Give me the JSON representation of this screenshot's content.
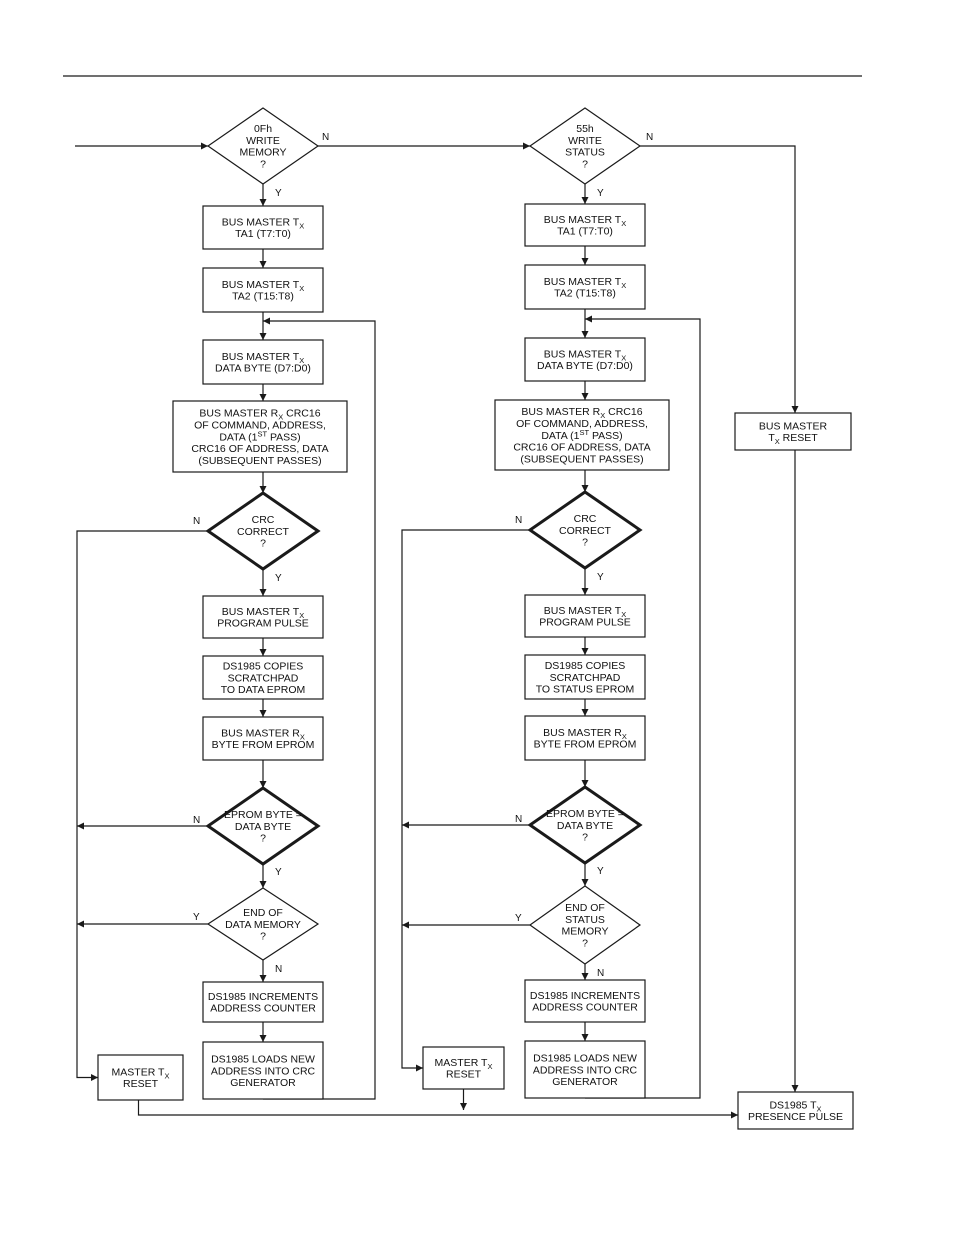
{
  "memory": {
    "d_write": [
      "0Fh",
      "WRITE",
      "MEMORY",
      "?"
    ],
    "b_ta1": [
      "BUS MASTER T|X",
      "TA1 (T7:T0)"
    ],
    "b_ta2": [
      "BUS MASTER T|X",
      "TA2 (T15:T8)"
    ],
    "b_data": [
      "BUS MASTER T|X",
      "DATA BYTE (D7:D0)"
    ],
    "b_crc": [
      "BUS MASTER R|X CRC16",
      "OF COMMAND, ADDRESS,",
      "DATA (1^ST PASS)",
      "CRC16 OF ADDRESS, DATA",
      "(SUBSEQUENT PASSES)"
    ],
    "d_crc": [
      "CRC",
      "CORRECT",
      "?"
    ],
    "b_prog": [
      "BUS MASTER T|X",
      "PROGRAM PULSE"
    ],
    "b_copy": [
      "DS1985 COPIES",
      "SCRATCHPAD",
      "TO DATA EPROM"
    ],
    "b_read": [
      "BUS MASTER R|X",
      "BYTE FROM EPROM"
    ],
    "d_eprom": [
      "EPROM BYTE =",
      "DATA BYTE",
      "?"
    ],
    "d_end": [
      "END OF",
      "DATA MEMORY",
      "?"
    ],
    "b_inc": [
      "DS1985 INCREMENTS",
      "ADDRESS COUNTER"
    ],
    "b_load": [
      "DS1985 LOADS NEW",
      "ADDRESS INTO CRC",
      "GENERATOR"
    ],
    "b_reset": [
      "MASTER T|X",
      "RESET"
    ]
  },
  "status": {
    "d_write": [
      "55h",
      "WRITE",
      "STATUS",
      "?"
    ],
    "b_ta1": [
      "BUS MASTER T|X",
      "TA1 (T7:T0)"
    ],
    "b_ta2": [
      "BUS MASTER T|X",
      "TA2 (T15:T8)"
    ],
    "b_data": [
      "BUS MASTER T|X",
      "DATA BYTE (D7:D0)"
    ],
    "b_crc": [
      "BUS MASTER R|X CRC16",
      "OF COMMAND, ADDRESS,",
      "DATA (1^ST PASS)",
      "CRC16 OF ADDRESS, DATA",
      "(SUBSEQUENT PASSES)"
    ],
    "d_crc": [
      "CRC",
      "CORRECT",
      "?"
    ],
    "b_prog": [
      "BUS MASTER T|X",
      "PROGRAM PULSE"
    ],
    "b_copy": [
      "DS1985 COPIES",
      "SCRATCHPAD",
      "TO STATUS EPROM"
    ],
    "b_read": [
      "BUS MASTER R|X",
      "BYTE FROM EPROM"
    ],
    "d_eprom": [
      "EPROM BYTE =",
      "DATA BYTE",
      "?"
    ],
    "d_end": [
      "END OF",
      "STATUS",
      "MEMORY",
      "?"
    ],
    "b_inc": [
      "DS1985 INCREMENTS",
      "ADDRESS COUNTER"
    ],
    "b_load": [
      "DS1985 LOADS NEW",
      "ADDRESS INTO CRC",
      "GENERATOR"
    ],
    "b_reset": [
      "MASTER T|X",
      "RESET"
    ]
  },
  "right": {
    "b_bus_reset": [
      "BUS MASTER",
      "T|X RESET"
    ],
    "b_presence": [
      "DS1985 T|X",
      "PRESENCE PULSE"
    ]
  },
  "flags": {
    "yes": "Y",
    "no": "N"
  }
}
